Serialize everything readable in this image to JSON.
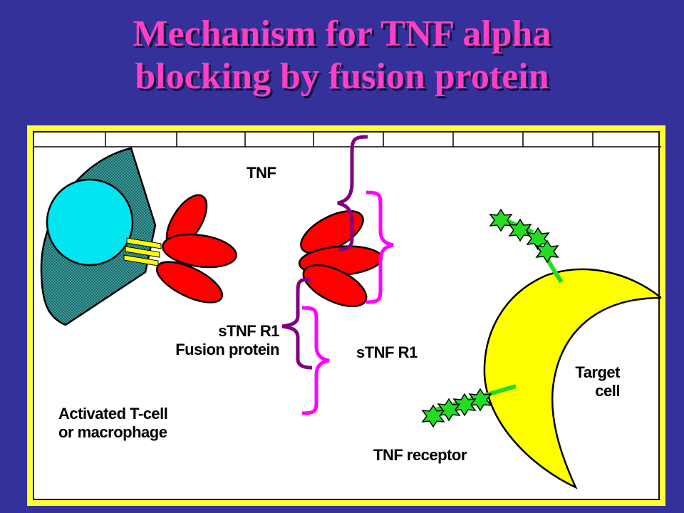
{
  "title": {
    "line1": "Mechanism for TNF alpha",
    "line2": "blocking by fusion protein"
  },
  "labels": {
    "tnf": "TNF",
    "fusion_line1": "sTNF R1",
    "fusion_line2": "Fusion protein",
    "stnfr1": "sTNF R1",
    "activated_line1": "Activated T-cell",
    "activated_line2": "or macrophage",
    "target_line1": "Target",
    "target_line2": "cell",
    "tnf_receptor": "TNF receptor"
  },
  "colors": {
    "background": "#34319a",
    "title": "#ff3fc4",
    "frame": "#ffff33",
    "tnf": "#ff0000",
    "nucleus": "#00e5f0",
    "cell_body": "#3c9e9e",
    "target_cell": "#ffff00",
    "receptor": "#22dd22",
    "brace_purple": "#800080",
    "brace_magenta": "#ff00ff"
  }
}
